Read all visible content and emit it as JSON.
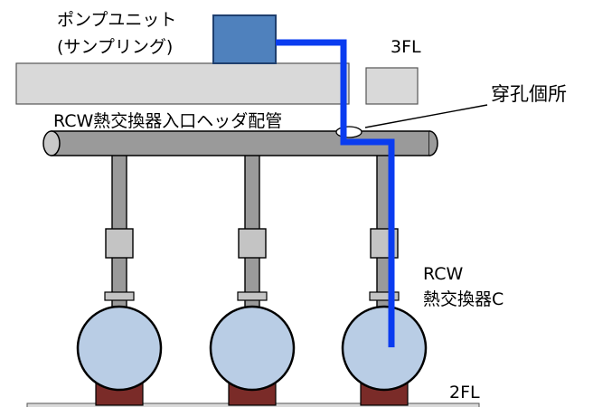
{
  "labels": {
    "pump_unit_line1": "ポンプユニット",
    "pump_unit_line2": "(サンプリング)",
    "floor_3": "3FL",
    "drill_point": "穿孔個所",
    "header_pipe": "RCW熱交換器入口ヘッダ配管",
    "hx_line1": "RCW",
    "hx_line2": "熱交換器C",
    "floor_2": "2FL"
  },
  "colors": {
    "floor_slab": "#d9d9d9",
    "pump_unit": "#4f81bd",
    "pump_unit_border": "#1f3f6e",
    "sampling_line": "#0a3cf0",
    "pipe": "#9a9a9a",
    "pipe_highlight": "#c9c9c9",
    "heat_exchanger": "#b9cde5",
    "saddle": "#7a2b28",
    "outline": "#000000"
  },
  "heat_exchangers": [
    {
      "name": "heat-exchanger-a"
    },
    {
      "name": "heat-exchanger-b"
    },
    {
      "name": "heat-exchanger-c"
    }
  ]
}
